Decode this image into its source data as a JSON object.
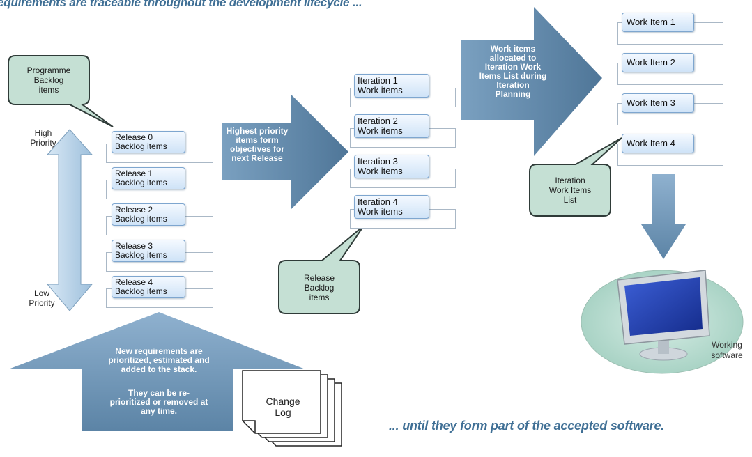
{
  "headings": {
    "top": "equirements are traceable throughout the development lifecycle ...",
    "bottom": "... until they form part of the accepted software."
  },
  "callouts": {
    "programme_backlog": "Programme\nBacklog\nitems",
    "release_backlog": "Release\nBacklog\nitems",
    "iteration_work_items": "Iteration\nWork Items\nList"
  },
  "priority": {
    "high": "High\nPriority",
    "low": "Low\nPriority"
  },
  "releases": [
    "Release 0\nBacklog items",
    "Release 1\nBacklog items",
    "Release 2\nBacklog items",
    "Release 3\nBacklog items",
    "Release 4\nBacklog items"
  ],
  "iterations": [
    "Iteration 1\nWork items",
    "Iteration 2\nWork items",
    "Iteration 3\nWork items",
    "Iteration 4\nWork items"
  ],
  "work_items": [
    "Work Item 1",
    "Work Item  2",
    "Work Item  3",
    "Work Item 4"
  ],
  "arrows": {
    "release_objectives": "Highest priority\nitems form\nobjectives for\nnext Release",
    "iteration_planning": "Work items\nallocated to\nIteration Work\nItems List during\nIteration\nPlanning",
    "new_requirements_1": "New requirements  are\nprioritized, estimated and\nadded to the stack.",
    "new_requirements_2": "They can be re-\nprioritized or removed at\nany time."
  },
  "change_log": "Change\nLog",
  "working_software": "Working\nsoftware",
  "colors": {
    "arrow_dark": "#5d84a6",
    "arrow_light": "#bfd6ea",
    "callout_fill": "#c5e0d4",
    "box_border": "#7ea6cf",
    "heading": "#3f6f95"
  }
}
